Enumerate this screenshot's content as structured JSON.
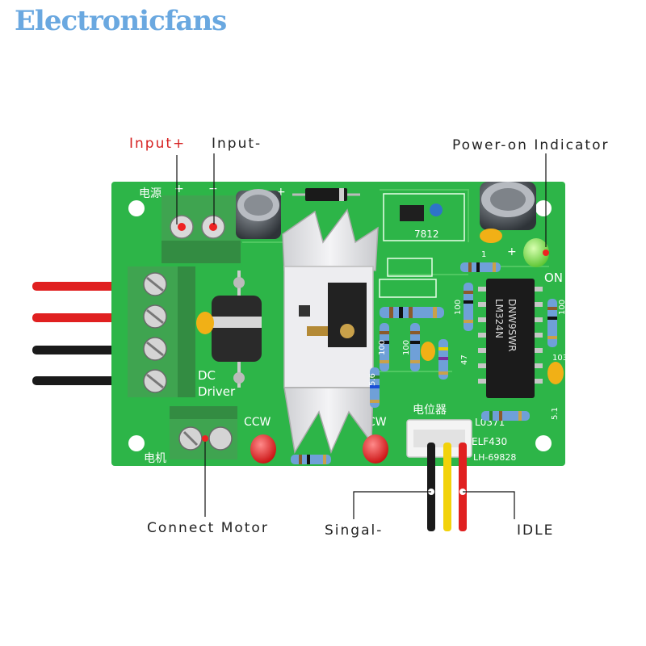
{
  "brand": {
    "name": "Electronicfans",
    "color": "#6aa8e0"
  },
  "callouts": {
    "input_plus": "Input+",
    "input_minus": "Input-",
    "power_on_indicator": "Power-on Indicator",
    "connect_motor": "Connect Motor",
    "signal_minus": "Singal-",
    "idle": "IDLE"
  },
  "board": {
    "label_power": "电源",
    "label_motor": "电机",
    "label_potentiometer": "电位器",
    "label_on": "ON",
    "label_ccw": "CCW",
    "label_cw": "CW",
    "label_dc_driver_1": "DC",
    "label_dc_driver_2": "Driver",
    "regulator": "7812",
    "chip_line1": "DNW9SWR",
    "chip_line2": "LM324N",
    "model_line1": "L0371",
    "model_line2": "ELF430",
    "model_line3": "LH-69828",
    "resistor_values": [
      "100",
      "100",
      "100",
      "100",
      "47",
      "5.6",
      "5.1",
      "1"
    ],
    "capacitor_code": "103"
  },
  "colors": {
    "pcb": "#2db548",
    "terminal": "#3fa450",
    "wire_red": "#e02020",
    "wire_black": "#1a1a1a",
    "wire_yellow": "#f2d20a",
    "led_red": "#e01818",
    "led_green": "#7be04a",
    "heatsink": "#e4e4e6"
  }
}
